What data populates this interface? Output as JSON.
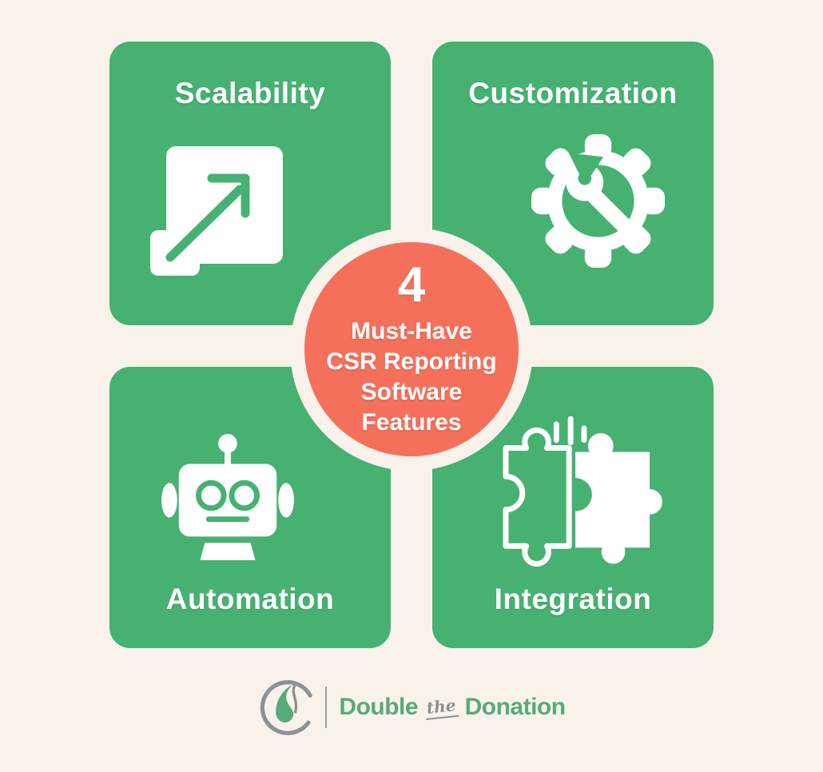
{
  "colors": {
    "bg": "#F8F2EB",
    "green": "#47B172",
    "orange": "#F5705B",
    "logo-green": "#57AA7B",
    "logo-gray": "#8E9192"
  },
  "center_badge": {
    "number": "4",
    "lines": [
      "Must-Have",
      "CSR Reporting",
      "Software",
      "Features"
    ]
  },
  "features": [
    {
      "label": "Scalability",
      "icon": "scale-expand-icon",
      "position": "top-left"
    },
    {
      "label": "Customization",
      "icon": "gear-wrench-icon",
      "position": "top-right"
    },
    {
      "label": "Automation",
      "icon": "robot-icon",
      "position": "bottom-left"
    },
    {
      "label": "Integration",
      "icon": "puzzle-pieces-icon",
      "position": "bottom-right"
    }
  ],
  "footer": {
    "brand_first": "Double",
    "brand_middle": "the",
    "brand_last": "Donation"
  }
}
